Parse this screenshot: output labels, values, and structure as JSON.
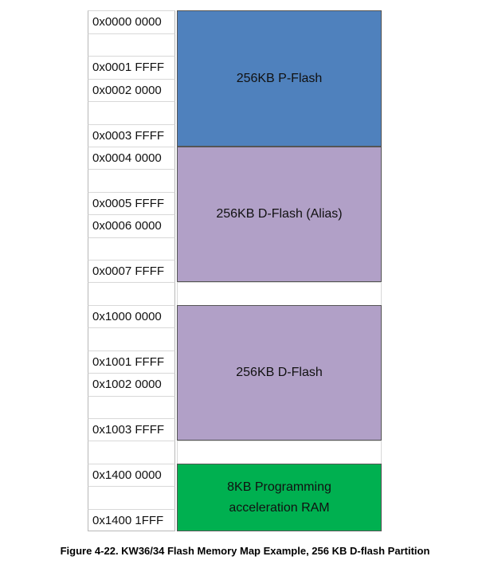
{
  "address_column": [
    "0x0000 0000",
    "",
    "0x0001 FFFF",
    "0x0002 0000",
    "",
    "0x0003 FFFF",
    "0x0004 0000",
    "",
    "0x0005 FFFF",
    "0x0006 0000",
    "",
    "0x0007 FFFF",
    "",
    "0x1000 0000",
    "",
    "0x1001 FFFF",
    "0x1002 0000",
    "",
    "0x1003 FFFF",
    "",
    "0x1400 0000",
    "",
    "0x1400 1FFF"
  ],
  "regions": [
    {
      "label": "256KB P-Flash",
      "color": "#4f81bd"
    },
    {
      "label": "256KB D-Flash (Alias)",
      "color": "#b1a0c7"
    },
    {
      "label": "256KB D-Flash",
      "color": "#b1a0c7"
    },
    {
      "label_line1": "8KB Programming",
      "label_line2": "acceleration RAM",
      "color": "#00b050"
    }
  ],
  "caption": "Figure 4-22. KW36/34 Flash Memory Map Example, 256 KB D-flash Partition"
}
